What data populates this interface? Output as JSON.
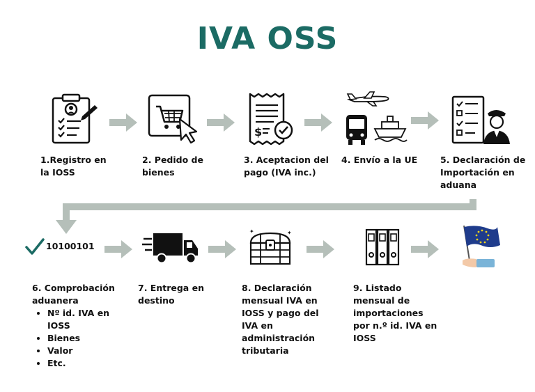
{
  "title": "IVA OSS",
  "colors": {
    "accent": "#1b6b64",
    "arrow": "#b5bfb9",
    "ink": "#111111",
    "eu_blue": "#1f3c8c",
    "eu_star": "#f2d21b",
    "sleeve": "#7ab4d8",
    "skin": "#f3c9a8"
  },
  "steps": {
    "s1": [
      "1.Registro en",
      "la IOSS"
    ],
    "s2": [
      "2. Pedido de",
      "bienes"
    ],
    "s3": [
      "3. Aceptacion del",
      "pago (IVA inc.)"
    ],
    "s4": [
      "4. Envío a la UE"
    ],
    "s5": [
      "5. Declaración de",
      "Importación en",
      "aduana"
    ],
    "s6": {
      "lines": [
        "6. Comprobación",
        "aduanera"
      ],
      "bullets": [
        "Nº id. IVA en",
        "IOSS",
        "Bienes",
        "Valor",
        "Etc."
      ]
    },
    "s7": [
      "7. Entrega en",
      "destino"
    ],
    "s8": [
      "8. Declaración",
      "mensual IVA en",
      "IOSS y pago del",
      "IVA en",
      "administración",
      "tributaria"
    ],
    "s9": [
      "9. Listado",
      "mensual de",
      "importaciones",
      "por n.º id. IVA en",
      "IOSS"
    ]
  },
  "binary_code": "10100101",
  "icons": [
    "registration-clipboard-icon",
    "shopping-cart-screen-icon",
    "receipt-payment-icon",
    "plane-icon",
    "bus-icon",
    "ship-icon",
    "customs-officer-checklist-icon",
    "checkmark-icon",
    "delivery-truck-icon",
    "treasure-chest-icon",
    "binders-icon",
    "eu-flag-icon"
  ]
}
